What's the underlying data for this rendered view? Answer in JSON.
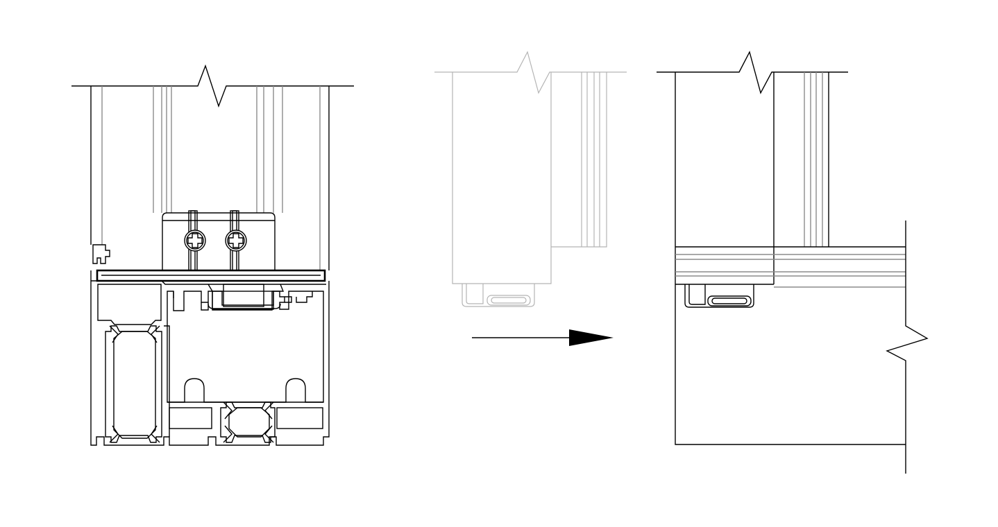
{
  "figure": {
    "panels": [
      {
        "id": "frame-section",
        "description_visible": false
      },
      {
        "id": "ghost-step",
        "description_visible": false
      },
      {
        "id": "installed-step",
        "description_visible": false
      }
    ],
    "arrow": {
      "direction": "right"
    }
  },
  "colors": {
    "ink": "#000000",
    "gray": "#8c8c8c",
    "light": "#b4b4b4",
    "background": "#ffffff"
  }
}
